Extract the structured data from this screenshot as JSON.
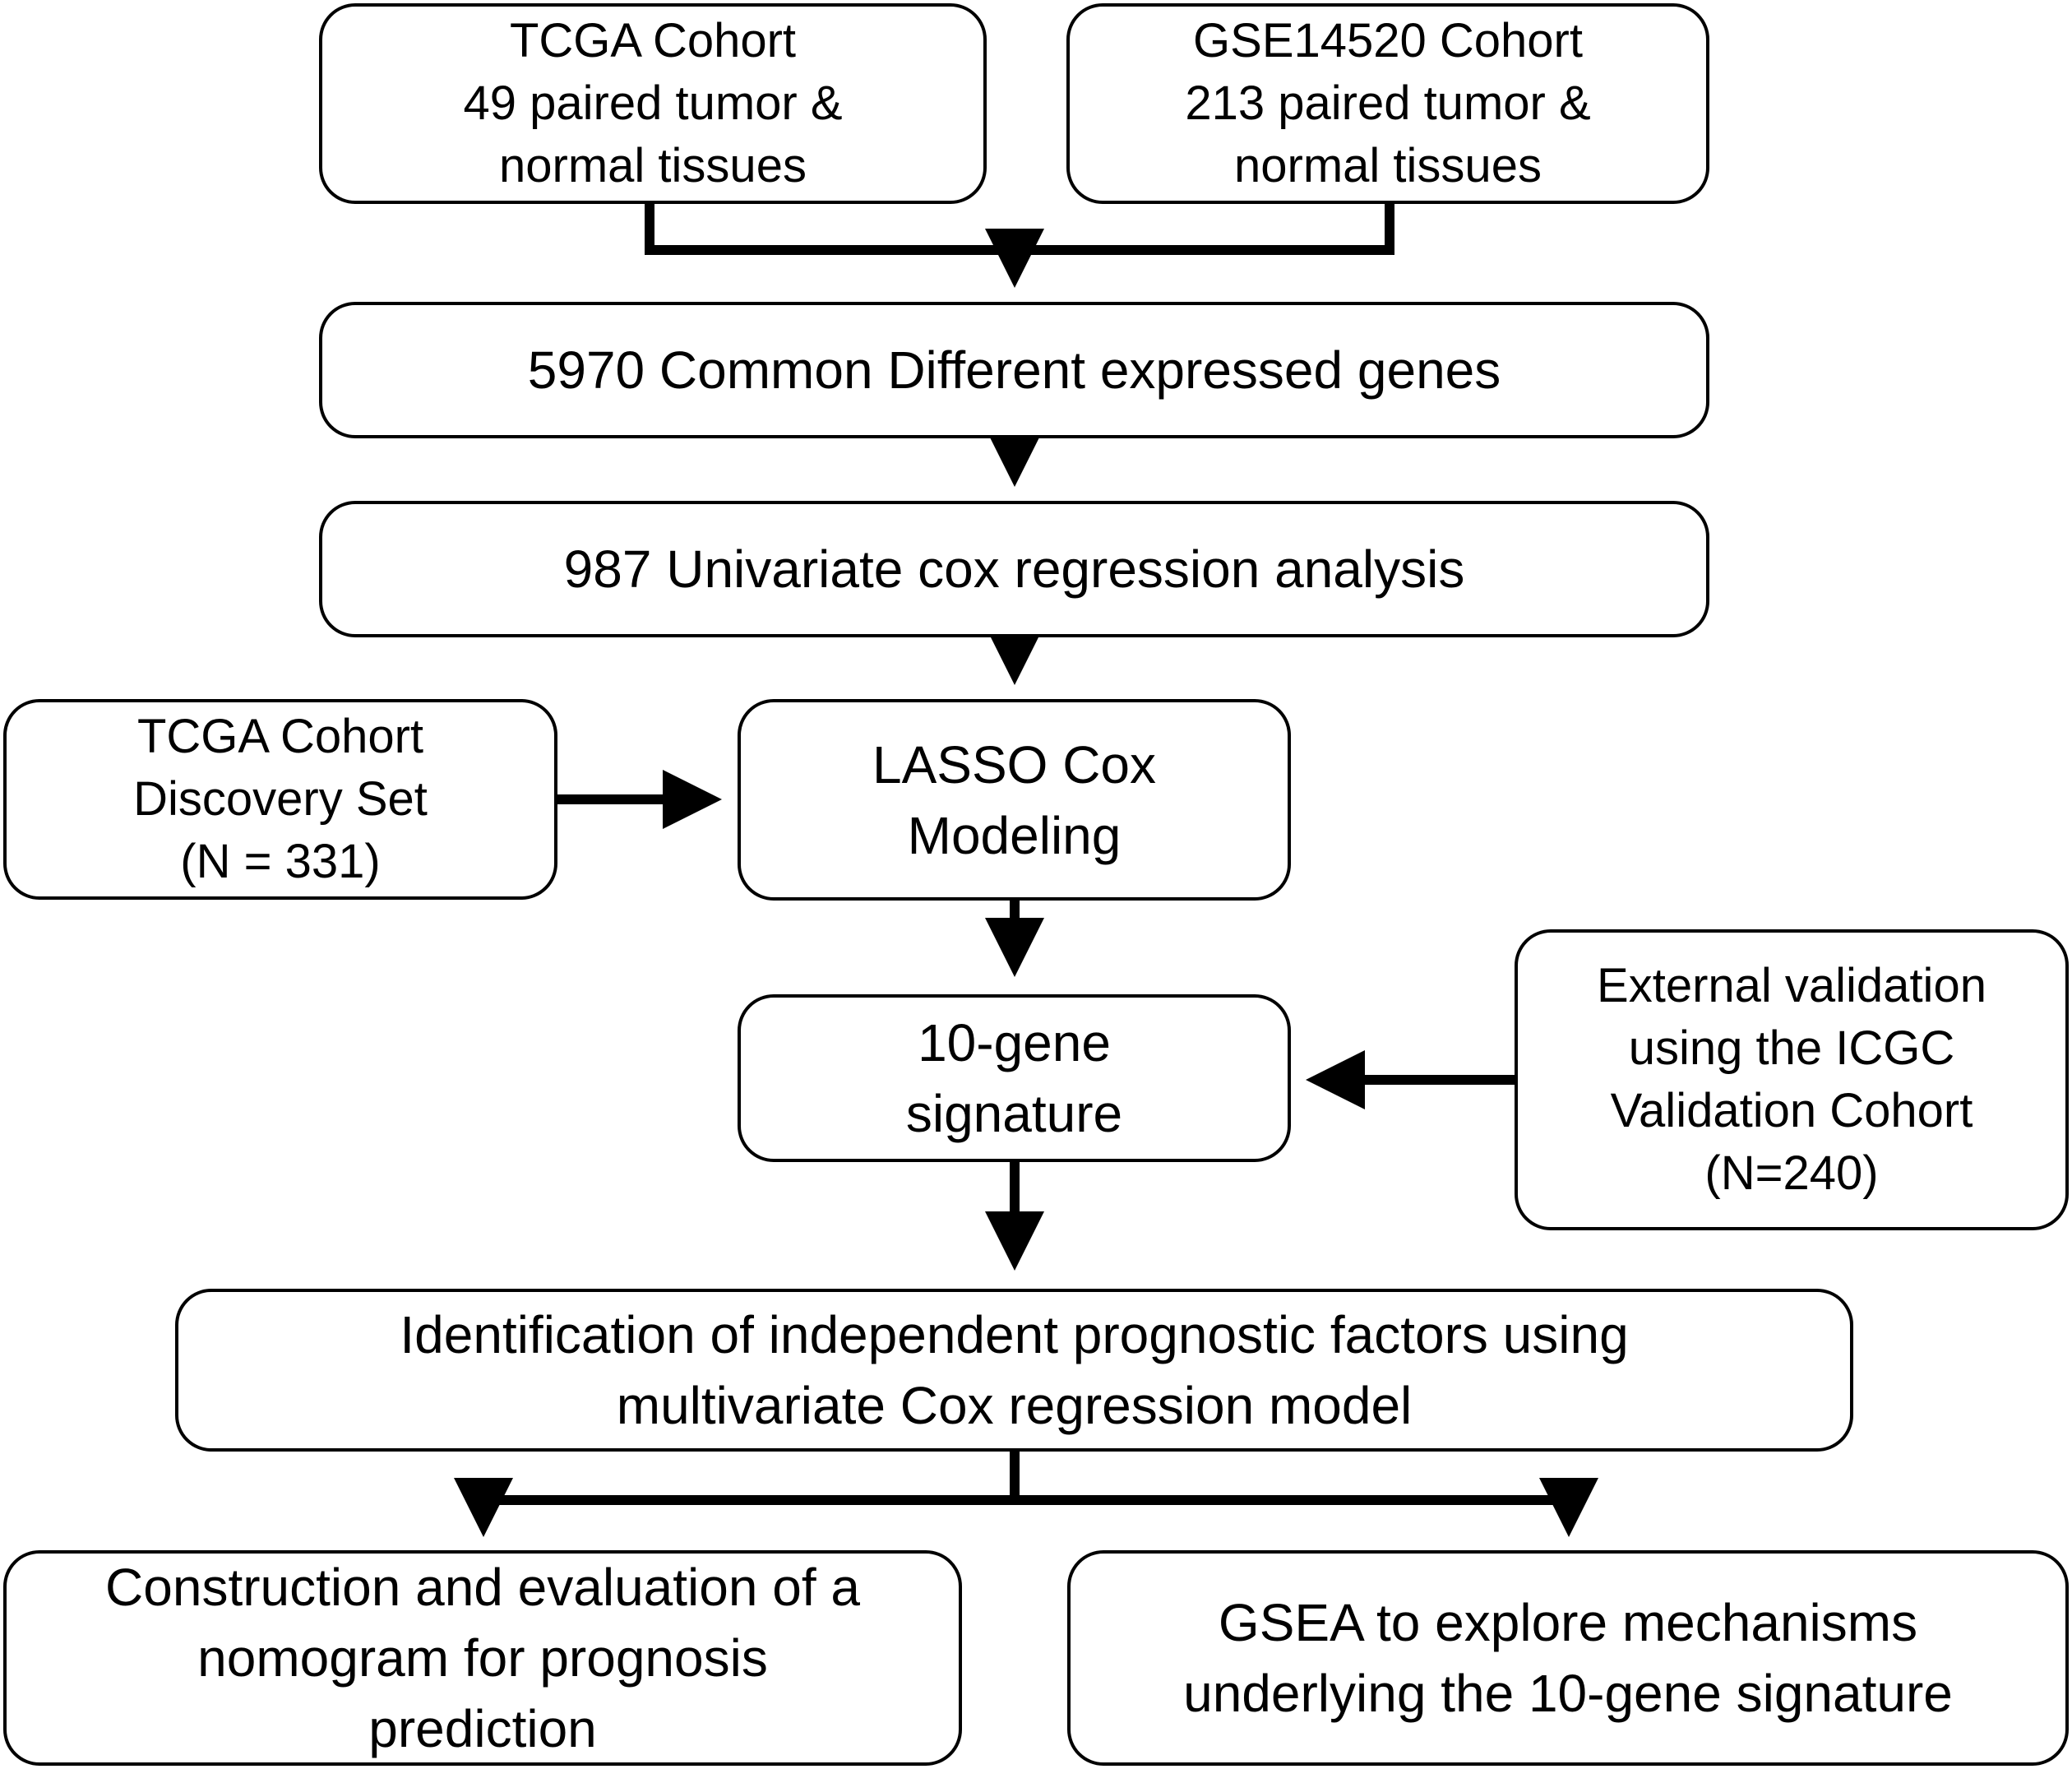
{
  "nodes": {
    "tcga_cohort": {
      "lines": [
        "TCGA Cohort",
        "49 paired tumor &",
        "normal tissues"
      ]
    },
    "gse_cohort": {
      "lines": [
        "GSE14520 Cohort",
        "213 paired tumor &",
        "normal tissues"
      ]
    },
    "common_genes": {
      "lines": [
        "5970 Common Different expressed genes"
      ]
    },
    "univariate": {
      "lines": [
        "987 Univariate cox regression analysis"
      ]
    },
    "discovery_set": {
      "lines": [
        "TCGA Cohort",
        "Discovery Set",
        "(N = 331)"
      ]
    },
    "lasso": {
      "lines": [
        "LASSO Cox",
        "Modeling"
      ]
    },
    "signature": {
      "lines": [
        "10-gene",
        "signature"
      ]
    },
    "external_validation": {
      "lines": [
        "External validation",
        "using the ICGC",
        "Validation Cohort",
        "(N=240)"
      ]
    },
    "independent_factors": {
      "lines": [
        "Identification of independent prognostic factors using",
        "multivariate Cox regression model"
      ]
    },
    "nomogram": {
      "lines": [
        "Construction and evaluation of a",
        "nomogram for prognosis",
        "prediction"
      ]
    },
    "gsea": {
      "lines": [
        "GSEA to explore mechanisms",
        "underlying the 10-gene signature"
      ]
    }
  }
}
